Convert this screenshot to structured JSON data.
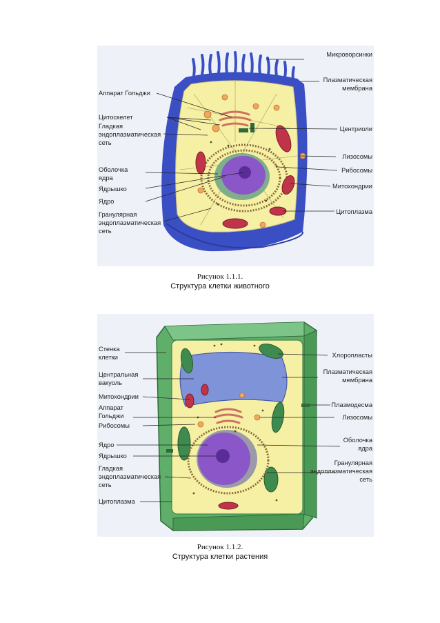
{
  "figures": [
    {
      "caption_number": "Рисунок 1.1.1.",
      "caption_title": "Структура клетки животного",
      "labels_left": [
        "Аппарат Гольджи",
        "Цитоскелет",
        "Гладкая",
        "эндоплазматическая",
        "сеть",
        "Оболочка",
        "ядра",
        "Ядрышко",
        "Ядро",
        "Гранулярная",
        "эндоплазматическая",
        "сеть"
      ],
      "labels_right": [
        "Микроворсинки",
        "Плазматическая",
        "мембрана",
        "Центриоли",
        "Лизосомы",
        "Рибосомы",
        "Митохондрии",
        "Цитоплазма"
      ]
    },
    {
      "caption_number": "Рисунок 1.1.2.",
      "caption_title": "Структура клетки растения",
      "labels_left": [
        "Стенка",
        "клетки",
        "Центральная",
        "вакуоль",
        "Митохондрии",
        "Аппарат",
        "Гольджи",
        "Рибосомы",
        "Ядро",
        "Ядрышко",
        "Гладкая",
        "эндоплазматическая",
        "сеть",
        "Цитоплазма"
      ],
      "labels_right": [
        "Хлоропласты",
        "Плазматическая",
        "мембрана",
        "Плазмодесма",
        "Лизосомы",
        "Оболочка",
        "ядра",
        "Гранулярная",
        "эндоплазматическая",
        "сеть"
      ]
    }
  ],
  "colors": {
    "membrane_animal": "#3b4fc4",
    "cytoplasm": "#f6f0a4",
    "nucleus": "#8a56c8",
    "mitochondria": "#c0344a",
    "cell_wall_plant": "#5fae6a",
    "vacuole": "#7f93d8",
    "chloroplast": "#3f8a4e"
  }
}
